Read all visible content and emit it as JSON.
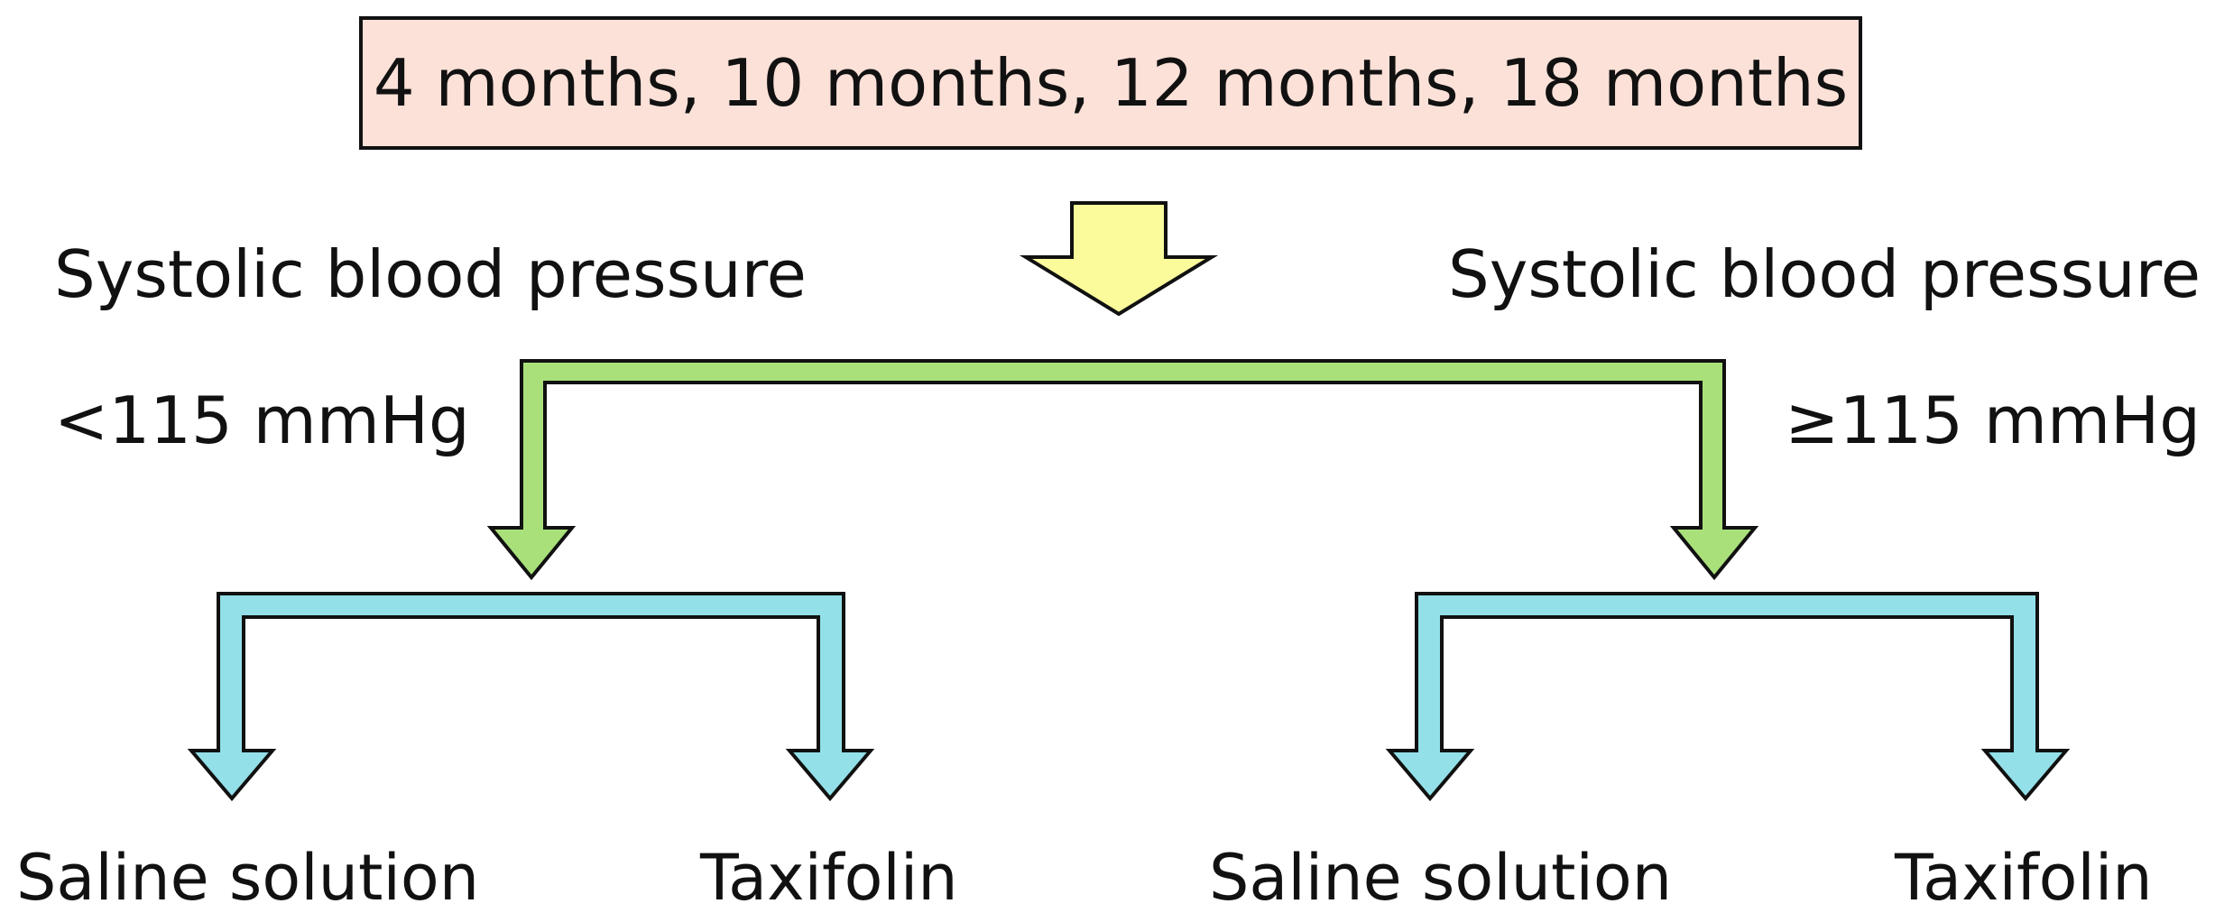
{
  "timepoints": "4 months, 10 months, 12 months, 18 months",
  "branches": [
    {
      "label": "Systolic blood pressure",
      "threshold": "<115 mmHg",
      "outcomes": [
        "Saline solution",
        "Taxifolin"
      ]
    },
    {
      "label": "Systolic blood pressure",
      "threshold": "≥115 mmHg",
      "outcomes": [
        "Saline solution",
        "Taxifolin"
      ]
    }
  ],
  "colors": {
    "top_box_fill": "#fce1d8",
    "main_arrow_fill": "#fbfb9c",
    "branch_arrow_fill": "#a9e07a",
    "outcome_arrow_fill": "#93e0e8",
    "outline": "#111111"
  }
}
